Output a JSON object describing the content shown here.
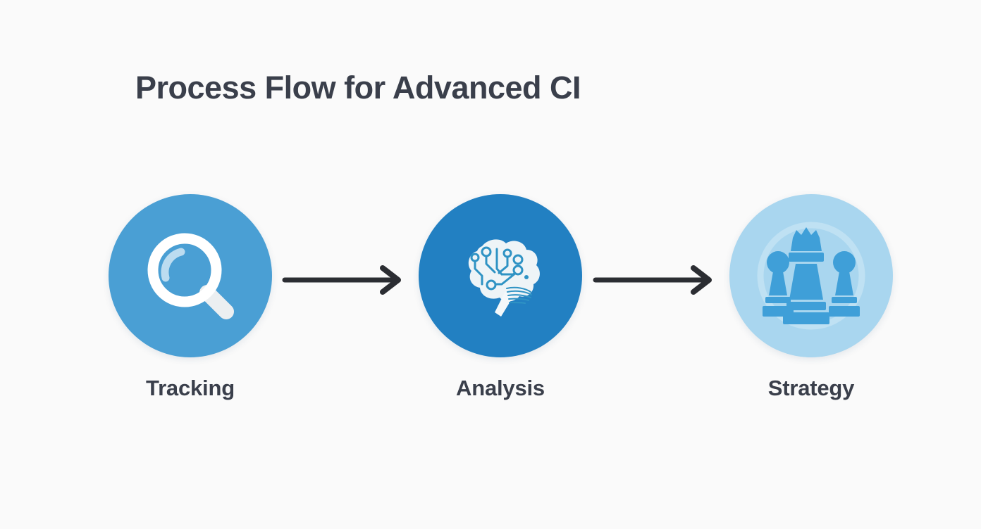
{
  "page": {
    "title": "Process Flow for Advanced CI",
    "background_color": "#fafafa",
    "title_color": "#3a3f4b"
  },
  "flow": {
    "arrow_color": "#2b2d32",
    "steps": [
      {
        "id": "tracking",
        "label": "Tracking",
        "icon": "magnifying-glass-icon",
        "circle_color": "#4a9fd4",
        "icon_color": "#ffffff"
      },
      {
        "id": "analysis",
        "label": "Analysis",
        "icon": "brain-circuit-icon",
        "circle_color": "#2280c2",
        "icon_color": "#eef4f7"
      },
      {
        "id": "strategy",
        "label": "Strategy",
        "icon": "chess-pieces-icon",
        "circle_color": "#a9d6ef",
        "icon_color": "#3f9fd8"
      }
    ],
    "connectors": [
      {
        "id": "arrow-tracking-to-analysis",
        "from": "tracking",
        "to": "analysis",
        "symbol": "arrow-right-icon"
      },
      {
        "id": "arrow-analysis-to-strategy",
        "from": "analysis",
        "to": "strategy",
        "symbol": "arrow-right-icon"
      }
    ]
  }
}
